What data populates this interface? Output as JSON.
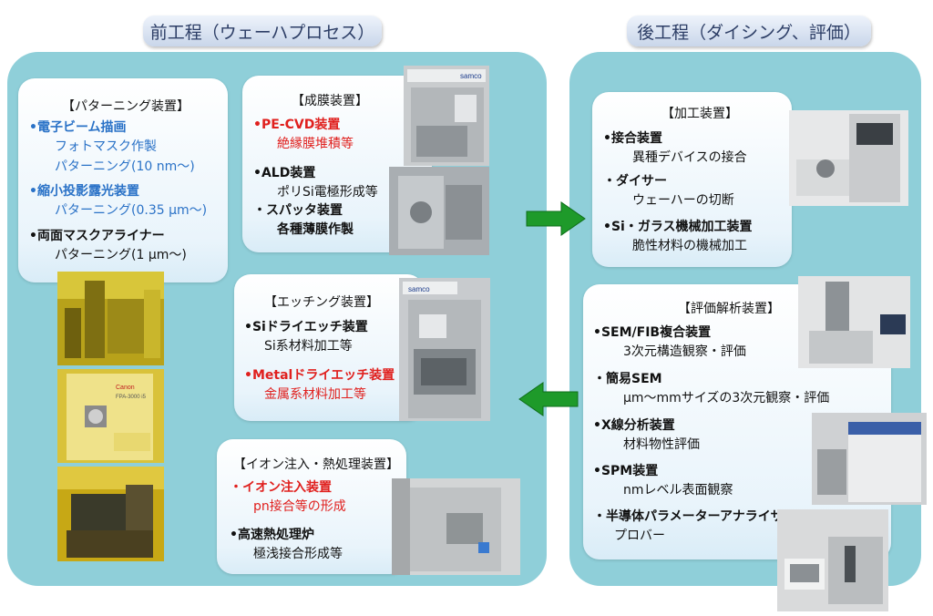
{
  "headers": {
    "front": "前工程（ウェーハプロセス）",
    "back": "後工程（ダイシング、評価）"
  },
  "patterning": {
    "title": "【パターニング装置】",
    "items": [
      {
        "name": "•電子ビーム描画",
        "subs": [
          "フォトマスク作製",
          "パターニング(10 nm～)"
        ]
      },
      {
        "name": "•縮小投影露光装置",
        "subs": [
          "パターニング(0.35 μm～)"
        ]
      },
      {
        "name": "•両面マスクアライナー",
        "subs": [
          "パターニング(1 μm～)"
        ]
      }
    ]
  },
  "deposition": {
    "title": "【成膜装置】",
    "items": [
      {
        "name": "•PE-CVD装置",
        "subs": [
          "絶縁膜堆積等"
        ]
      },
      {
        "name": "•ALD装置",
        "subs": [
          "ポリSi電極形成等"
        ]
      },
      {
        "name": "・スパッタ装置",
        "subs": [
          "各種薄膜作製"
        ]
      }
    ]
  },
  "etching": {
    "title": "【エッチング装置】",
    "items": [
      {
        "name": "•Siドライエッチ装置",
        "subs": [
          "Si系材料加工等"
        ]
      },
      {
        "name": "•Metalドライエッチ装置",
        "subs": [
          "金属系材料加工等"
        ]
      }
    ]
  },
  "implant": {
    "title": "【イオン注入・熱処理装置】",
    "items": [
      {
        "name": "・イオン注入装置",
        "subs": [
          "pn接合等の形成"
        ]
      },
      {
        "name": "•高速熱処理炉",
        "subs": [
          "極浅接合形成等"
        ]
      }
    ]
  },
  "processing": {
    "title": "【加工装置】",
    "items": [
      {
        "name": "•接合装置",
        "subs": [
          "異種デバイスの接合"
        ]
      },
      {
        "name": "・ダイサー",
        "subs": [
          "ウェーハーの切断"
        ]
      },
      {
        "name": "•Si・ガラス機械加工装置",
        "subs": [
          "脆性材料の機械加工"
        ]
      }
    ]
  },
  "evaluation": {
    "title": "【評価解析装置】",
    "items": [
      {
        "name": "•SEM/FIB複合装置",
        "subs": [
          "3次元構造観察・評価"
        ]
      },
      {
        "name": "・簡易SEM",
        "subs": [
          "μm～mmサイズの3次元観察・評価"
        ]
      },
      {
        "name": "•X線分析装置",
        "subs": [
          "材料物性評価"
        ]
      },
      {
        "name": "•SPM装置",
        "subs": [
          "nmレベル表面観察"
        ]
      },
      {
        "name": "・半導体パラメーターアナライザー",
        "subs": [
          "プロバー"
        ]
      }
    ]
  },
  "photo_logos": {
    "samco": "samco",
    "canon": "Canon",
    "canon_model": "FPA-3000 i5"
  },
  "colors": {
    "panel": "#8fcfd9",
    "blue_text": "#2a72c7",
    "red_text": "#e0201e",
    "arrow": "#1e9a2a"
  }
}
